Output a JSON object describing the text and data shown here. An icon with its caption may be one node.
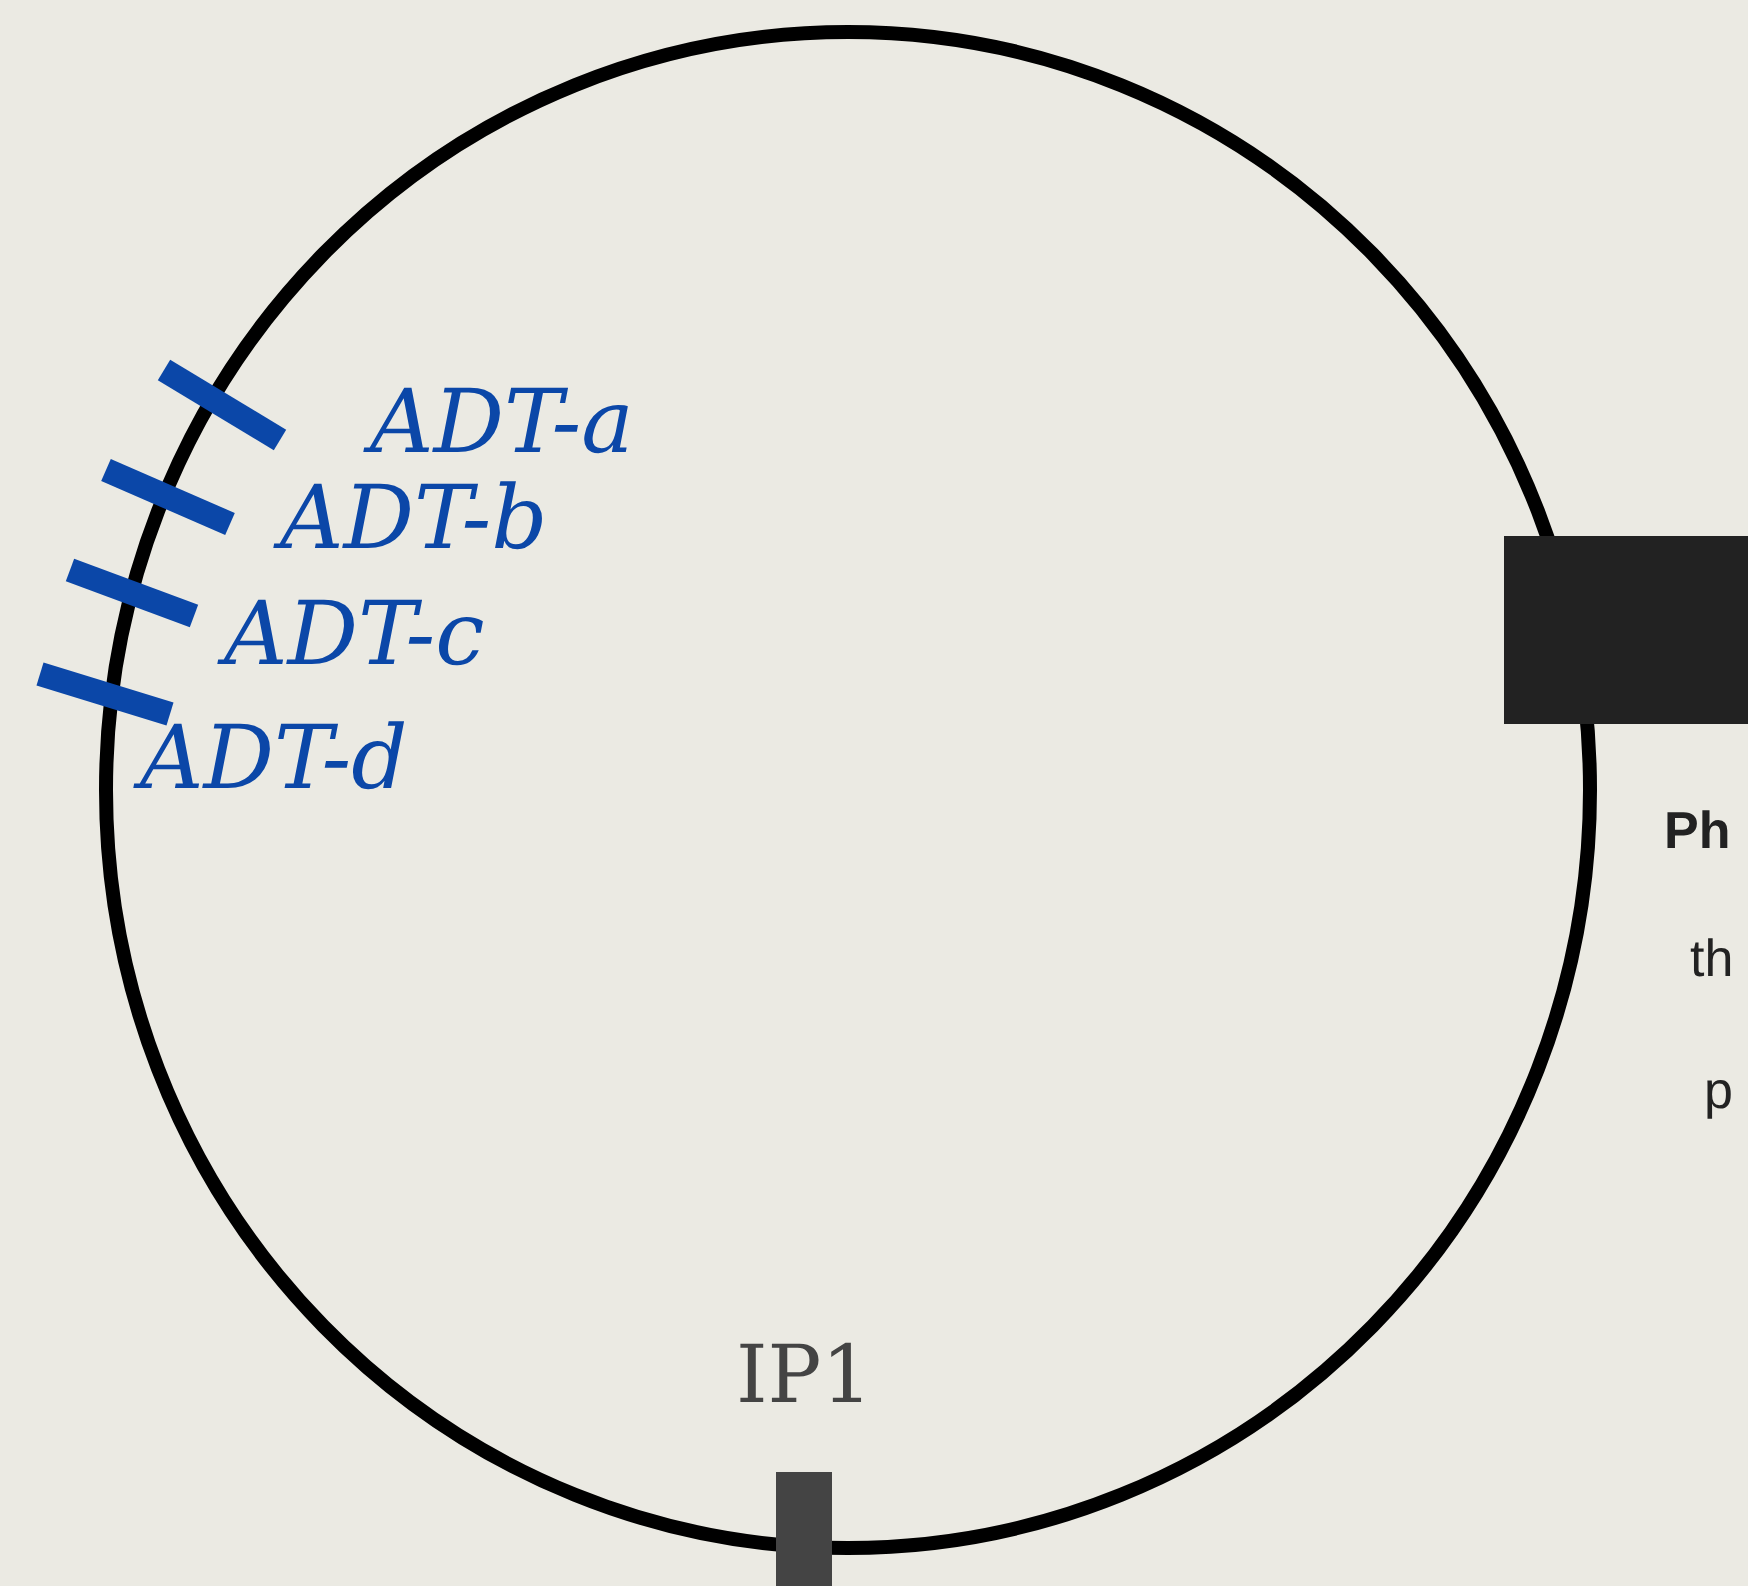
{
  "diagram": {
    "labels": [
      "ADT-a",
      "ADT-b",
      "ADT-c",
      "ADT-d",
      "Ph",
      "th",
      "p",
      "IP1"
    ]
  }
}
